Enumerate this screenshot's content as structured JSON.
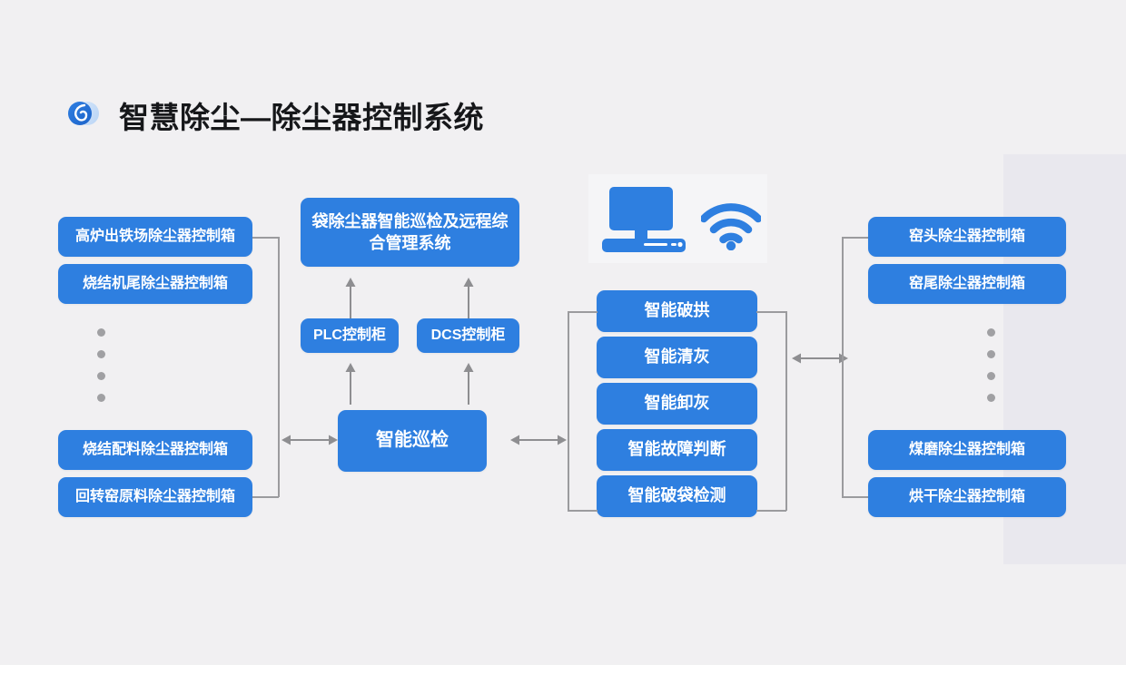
{
  "header": {
    "title": "智慧除尘—除尘器控制系统",
    "logo_icon": "swirl-logo-icon",
    "logo_color_dark": "#2272d9",
    "logo_color_light": "#c3dbf7"
  },
  "theme": {
    "background": "#f1f0f2",
    "box_fill": "#2e7fe0",
    "box_text": "#ffffff",
    "connector": "#9b9b9e",
    "dot": "#a0a0a3",
    "panel_right": "#e9e8ee",
    "panel_device": "#f5f5f7"
  },
  "diagram": {
    "left_column": {
      "top_items": [
        {
          "label": "高炉出铁场除尘器控制箱"
        },
        {
          "label": "烧结机尾除尘器控制箱"
        }
      ],
      "ellipsis_dots": 4,
      "bottom_items": [
        {
          "label": "烧结配料除尘器控制箱"
        },
        {
          "label": "回转窑原料除尘器控制箱"
        }
      ]
    },
    "center_column": {
      "system_box": "袋除尘器智能巡检及远程综合管理系统",
      "cabinets": [
        {
          "label": "PLC控制柜"
        },
        {
          "label": "DCS控制柜"
        }
      ],
      "inspection_box": "智能巡检"
    },
    "device_panel": {
      "computer_icon": "desktop-computer-icon",
      "wifi_icon": "wifi-signal-icon"
    },
    "function_column": [
      {
        "label": "智能破拱"
      },
      {
        "label": "智能清灰"
      },
      {
        "label": "智能卸灰"
      },
      {
        "label": "智能故障判断"
      },
      {
        "label": "智能破袋检测"
      }
    ],
    "right_column": {
      "top_items": [
        {
          "label": "窑头除尘器控制箱"
        },
        {
          "label": "窑尾除尘器控制箱"
        }
      ],
      "ellipsis_dots": 4,
      "bottom_items": [
        {
          "label": "煤磨除尘器控制箱"
        },
        {
          "label": "烘干除尘器控制箱"
        }
      ]
    },
    "arrows": [
      {
        "name": "left-to-inspection",
        "type": "double-horizontal"
      },
      {
        "name": "inspection-to-functions",
        "type": "double-horizontal"
      },
      {
        "name": "functions-to-right",
        "type": "double-horizontal"
      },
      {
        "name": "plc-to-system",
        "type": "up"
      },
      {
        "name": "dcs-to-system",
        "type": "up"
      },
      {
        "name": "inspection-to-plc",
        "type": "up"
      },
      {
        "name": "inspection-to-dcs",
        "type": "up"
      }
    ]
  }
}
